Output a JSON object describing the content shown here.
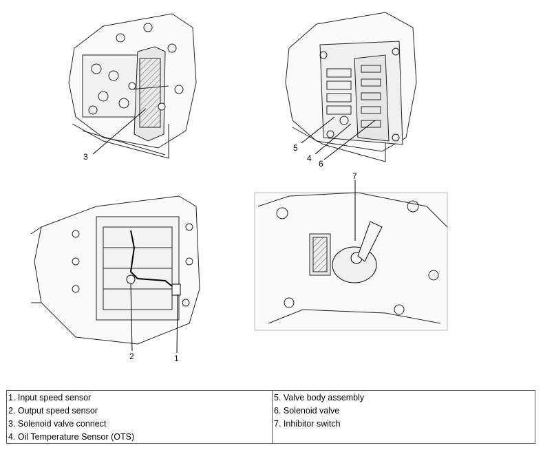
{
  "callouts": {
    "c1": "1",
    "c2": "2",
    "c3": "3",
    "c4": "4",
    "c5": "5",
    "c6": "6",
    "c7": "7"
  },
  "legend": {
    "left": [
      "1. Input speed sensor",
      "2. Output speed sensor",
      "3. Solenoid valve connect",
      "4. Oil Temperature Sensor (OTS)"
    ],
    "right": [
      "5. Valve body assembly",
      "6. Solenoid valve",
      "7. Inhibitor switch"
    ]
  }
}
